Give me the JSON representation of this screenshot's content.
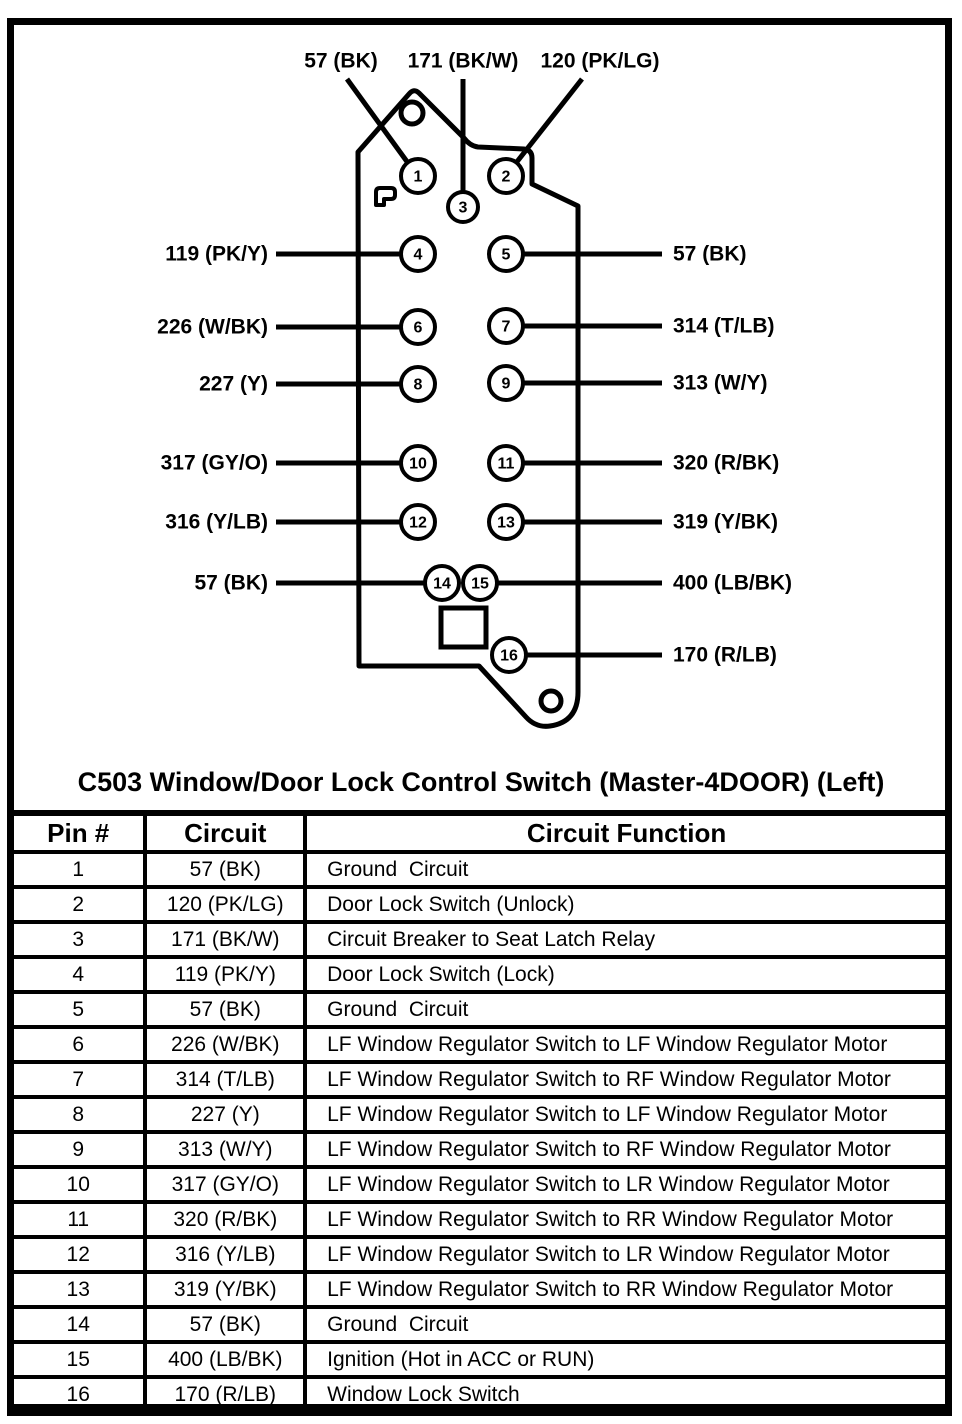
{
  "title": "C503 Window/Door Lock Control Switch (Master-4DOOR) (Left)",
  "diagram": {
    "top_labels": [
      {
        "text": "57 (BK)",
        "pin": 1
      },
      {
        "text": "171 (BK/W)",
        "pin": 3
      },
      {
        "text": "120 (PK/LG)",
        "pin": 2
      }
    ],
    "left_labels": [
      {
        "text": "119 (PK/Y)",
        "pin": 4
      },
      {
        "text": "226 (W/BK)",
        "pin": 6
      },
      {
        "text": "227 (Y)",
        "pin": 8
      },
      {
        "text": "317 (GY/O)",
        "pin": 10
      },
      {
        "text": "316 (Y/LB)",
        "pin": 12
      },
      {
        "text": "57 (BK)",
        "pin": 14
      }
    ],
    "right_labels": [
      {
        "text": "57 (BK)",
        "pin": 5
      },
      {
        "text": "314 (T/LB)",
        "pin": 7
      },
      {
        "text": "313 (W/Y)",
        "pin": 9
      },
      {
        "text": "320 (R/BK)",
        "pin": 11
      },
      {
        "text": "319 (Y/BK)",
        "pin": 13
      },
      {
        "text": "400 (LB/BK)",
        "pin": 15
      },
      {
        "text": "170 (R/LB)",
        "pin": 16
      }
    ],
    "pin_numbers": [
      "1",
      "2",
      "3",
      "4",
      "5",
      "6",
      "7",
      "8",
      "9",
      "10",
      "11",
      "12",
      "13",
      "14",
      "15",
      "16"
    ]
  },
  "table": {
    "headers": [
      "Pin #",
      "Circuit",
      "Circuit Function"
    ],
    "rows": [
      [
        "1",
        "57 (BK)",
        "Ground  Circuit"
      ],
      [
        "2",
        "120 (PK/LG)",
        "Door Lock Switch (Unlock)"
      ],
      [
        "3",
        "171 (BK/W)",
        "Circuit Breaker to Seat Latch Relay"
      ],
      [
        "4",
        "119 (PK/Y)",
        "Door Lock Switch (Lock)"
      ],
      [
        "5",
        "57 (BK)",
        "Ground  Circuit"
      ],
      [
        "6",
        "226 (W/BK)",
        "LF Window Regulator Switch to LF Window Regulator Motor"
      ],
      [
        "7",
        "314 (T/LB)",
        "LF Window Regulator Switch to RF Window Regulator Motor"
      ],
      [
        "8",
        "227 (Y)",
        "LF Window Regulator Switch to LF Window Regulator Motor"
      ],
      [
        "9",
        "313 (W/Y)",
        "LF Window Regulator Switch to RF Window Regulator Motor"
      ],
      [
        "10",
        "317 (GY/O)",
        "LF Window Regulator Switch to LR Window Regulator Motor"
      ],
      [
        "11",
        "320 (R/BK)",
        "LF Window Regulator Switch to RR Window Regulator Motor"
      ],
      [
        "12",
        "316 (Y/LB)",
        "LF Window Regulator Switch to LR Window Regulator Motor"
      ],
      [
        "13",
        "319 (Y/BK)",
        "LF Window Regulator Switch to RR Window Regulator Motor"
      ],
      [
        "14",
        "57 (BK)",
        "Ground  Circuit"
      ],
      [
        "15",
        "400 (LB/BK)",
        "Ignition (Hot in ACC or RUN)"
      ],
      [
        "16",
        "170 (R/LB)",
        "Window Lock Switch"
      ]
    ]
  },
  "colors": {
    "ink": "#000000",
    "paper": "#ffffff"
  }
}
